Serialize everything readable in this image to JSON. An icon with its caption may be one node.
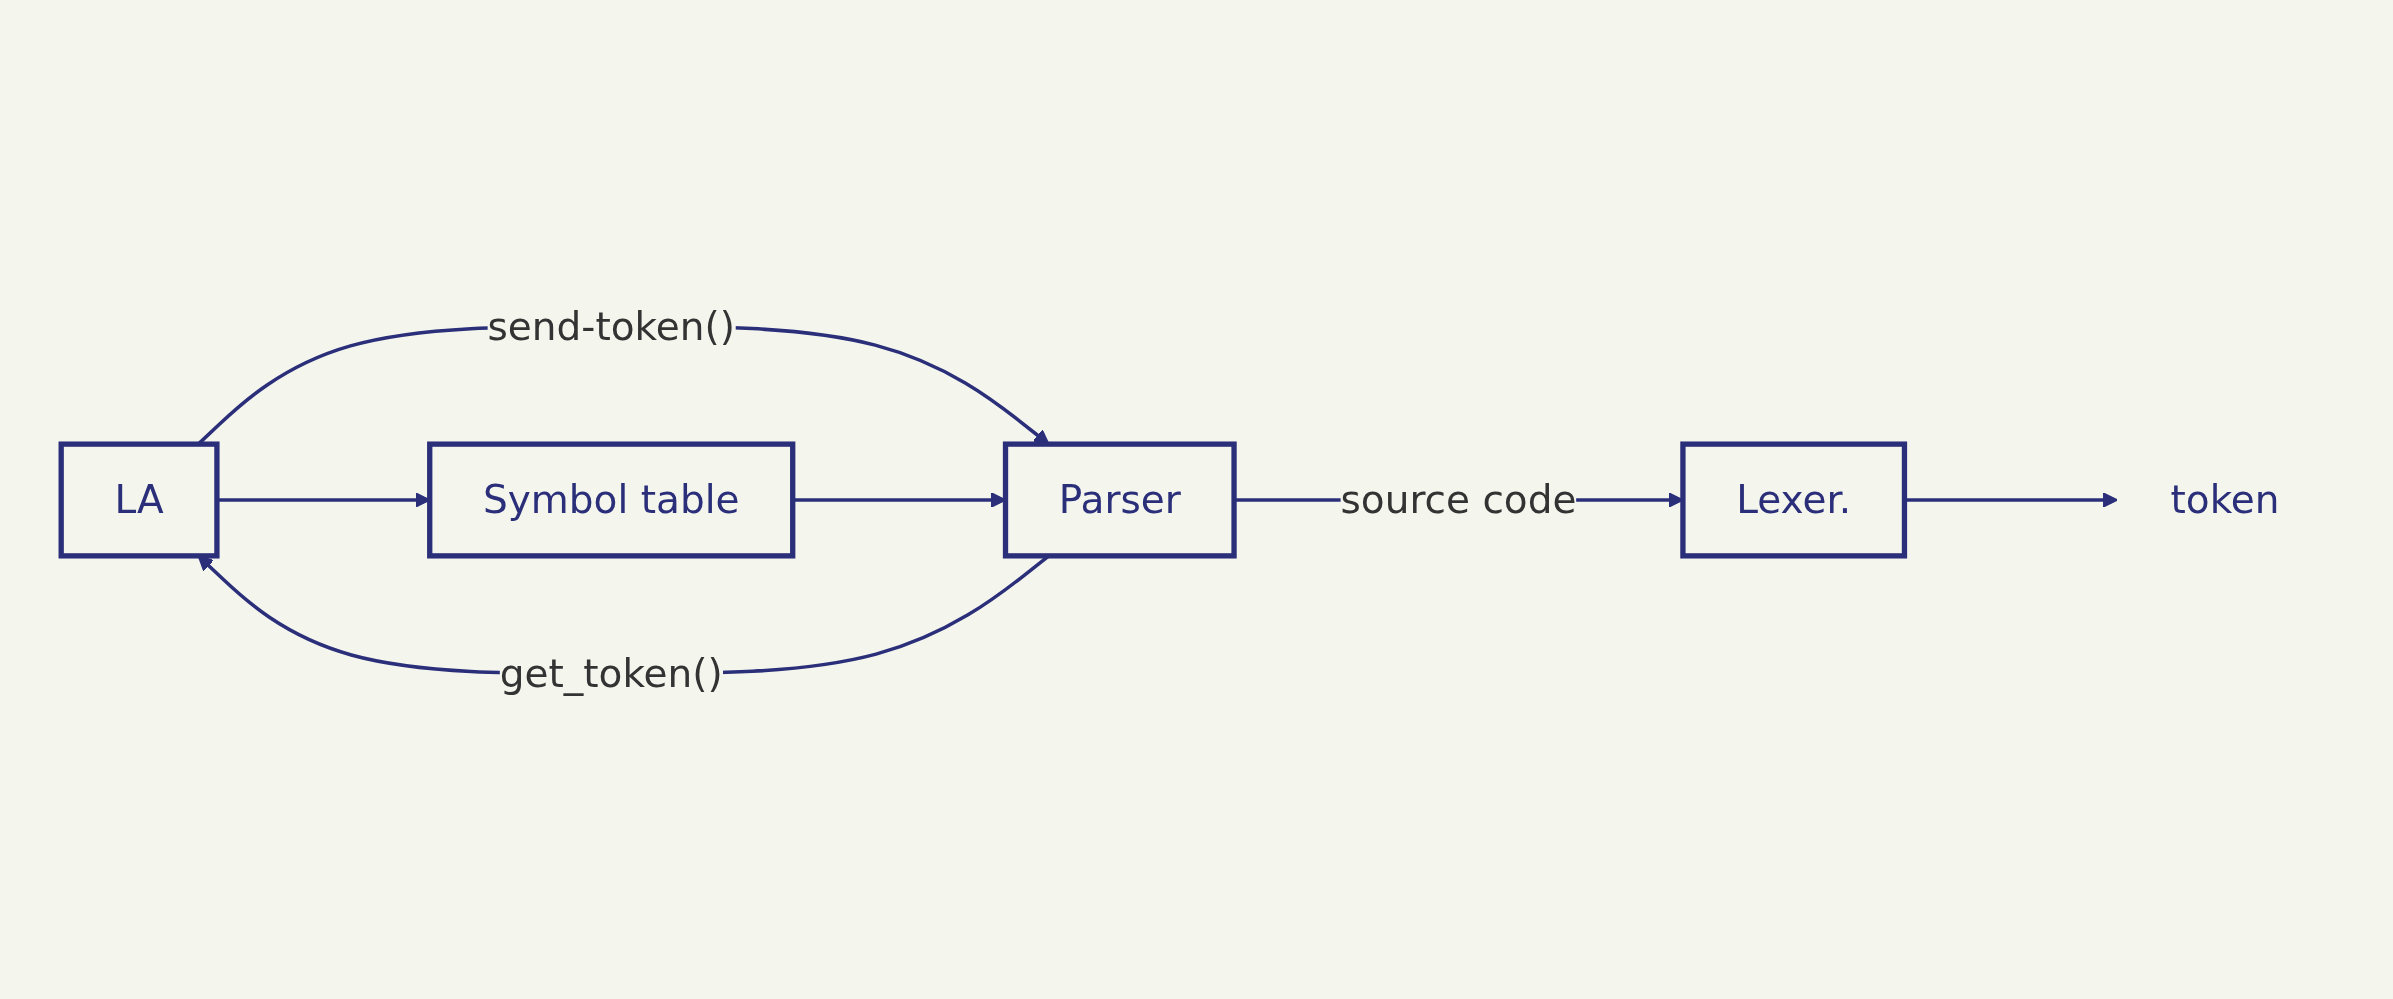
{
  "diagram": {
    "nodes": [
      {
        "text": [
          "LA"
        ]
      },
      {
        "text": [
          "Parser"
        ]
      },
      {
        "text": [
          "Lexer."
        ]
      },
      {
        "text": [
          "token"
        ]
      },
      {
        "text": [
          "Symbol table"
        ]
      }
    ],
    "edges": [
      {
        "from": 0,
        "to": 1,
        "arrow": "to",
        "label": "send-token()"
      },
      {
        "from": 1,
        "to": 0,
        "arrow": "to",
        "label": "get_token()"
      },
      {
        "from": 1,
        "to": 2,
        "arrow": "to",
        "label": "source code"
      },
      {
        "from": 2,
        "to": 3,
        "arrow": "to"
      },
      {
        "from": 0,
        "to": 4,
        "arrow": "to"
      },
      {
        "from": 4,
        "to": 1,
        "arrow": "to"
      }
    ]
  }
}
